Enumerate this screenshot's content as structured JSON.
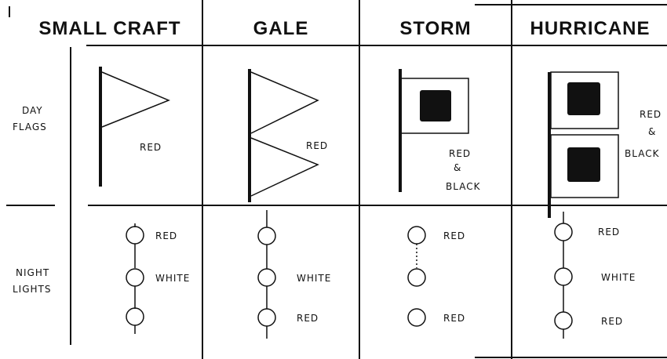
{
  "headers": {
    "small_craft": "SMALL CRAFT",
    "gale": "GALE",
    "storm": "STORM",
    "hurricane": "HURRICANE"
  },
  "row_labels": {
    "day_flags_line1": "DAY",
    "day_flags_line2": "FLAGS",
    "night_lights_line1": "NIGHT",
    "night_lights_line2": "LIGHTS"
  },
  "day_flags": {
    "small_craft": "RED",
    "gale": "RED",
    "storm_line1": "RED",
    "storm_line2": "&",
    "storm_line3": "BLACK",
    "hurricane_line1": "RED",
    "hurricane_line2": "&",
    "hurricane_line3": "BLACK"
  },
  "night_lights": {
    "small_craft": [
      "RED",
      "WHITE",
      ""
    ],
    "gale": [
      "",
      "WHITE",
      "RED"
    ],
    "storm": [
      "RED",
      "",
      "RED"
    ],
    "hurricane": [
      "RED",
      "WHITE",
      "RED"
    ]
  },
  "colors": {
    "ink": "#111111",
    "background": "#ffffff"
  }
}
